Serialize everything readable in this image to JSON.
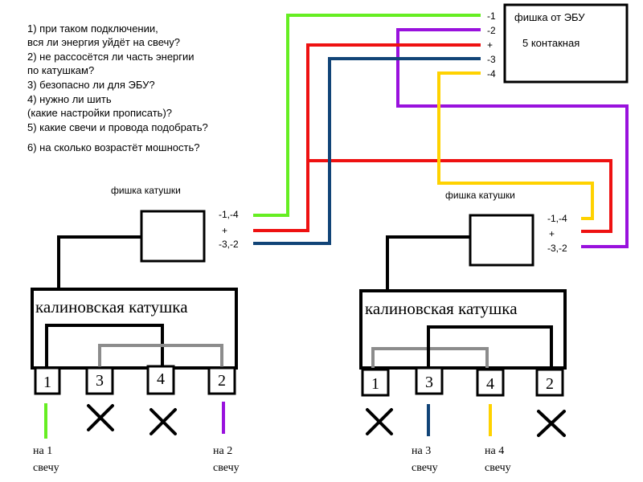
{
  "questions": [
    "1) при таком подключении,",
    "вся ли энергия уйдёт на свечу?",
    "2) не рассосётся ли часть энергии",
    "по катушкам?",
    "3) безопасно ли для ЭБУ?",
    "4) нужно ли шить",
    "(какие настройки прописать)?",
    "5) какие свечи и провода подобрать?",
    "6) на сколько возрастёт мошность?"
  ],
  "ecu": {
    "title": "фишка от ЭБУ",
    "subtitle": "5 контакная",
    "pins": [
      "-1",
      "-2",
      "+",
      "-3",
      "-4"
    ]
  },
  "left_connector": {
    "label": "фишка катушки",
    "pins": [
      "-1,-4",
      "+",
      "-3,-2"
    ]
  },
  "right_connector": {
    "label": "фишка катушки",
    "pins": [
      "-1,-4",
      "+",
      "-3,-2"
    ]
  },
  "left_coil": {
    "title": "калиновская катушка",
    "terminals": [
      "1",
      "3",
      "4",
      "2"
    ],
    "outputs": [
      "на 1",
      "свечу",
      "на 2",
      "свечу"
    ]
  },
  "right_coil": {
    "title": "калиновская катушка",
    "terminals": [
      "1",
      "3",
      "4",
      "2"
    ],
    "outputs": [
      "на 3",
      "свечу",
      "на 4",
      "свечу"
    ]
  },
  "colors": {
    "wire_green": "#66ee22",
    "wire_purple": "#9911dd",
    "wire_red": "#ee1111",
    "wire_blue": "#114477",
    "wire_yellow": "#ffd200",
    "wire_gray": "#8c8c8c",
    "outline": "#000000"
  }
}
